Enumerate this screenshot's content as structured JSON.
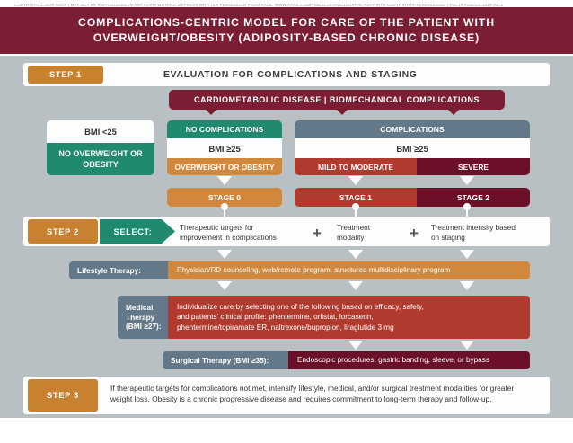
{
  "title": {
    "line1": "COMPLICATIONS-CENTRIC MODEL FOR CARE OF THE PATIENT WITH",
    "line2": "OVERWEIGHT/OBESITY (ADIPOSITY-BASED CHRONIC DISEASE)"
  },
  "step1": {
    "badge": "STEP 1",
    "heading": "EVALUATION FOR COMPLICATIONS AND STAGING",
    "banner": "CARDIOMETABOLIC DISEASE   |   BIOMECHANICAL COMPLICATIONS",
    "columns": {
      "col1": {
        "top": "BMI <25",
        "bottom": "NO OVERWEIGHT OR OBESITY"
      },
      "col2": {
        "top": "NO COMPLICATIONS",
        "middle": "BMI ≥25",
        "bottom": "OVERWEIGHT OR OBESITY",
        "stage": "STAGE 0"
      },
      "col3": {
        "top": "COMPLICATIONS",
        "middle": "BMI ≥25",
        "bottom_left": "MILD TO MODERATE",
        "bottom_right": "SEVERE",
        "stage_left": "STAGE 1",
        "stage_right": "STAGE 2"
      }
    }
  },
  "step2": {
    "badge": "STEP 2",
    "select_label": "SELECT:",
    "items": [
      "Therapeutic targets for\nimprovement in complications",
      "Treatment\nmodality",
      "Treatment intensity based\non staging"
    ],
    "plus": "+",
    "therapies": [
      {
        "label": "Lifestyle Therapy:",
        "content": "Physician/RD counseling, web/remote program, structured multidisciplinary program",
        "color": "#D2883C"
      },
      {
        "label": "Medical\nTherapy\n(BMI ≥27):",
        "content": "Individualize care by selecting one of the following based on efficacy, safety,\nand patients’ clinical profile: phentermine, orlistat, lorcaserin,\nphentermine/topiramate ER, naltrexone/bupropion, liraglutide 3 mg",
        "color": "#B03A2E"
      },
      {
        "label": "Surgical Therapy (BMI ≥35):",
        "content": "Endoscopic procedures, gastric banding, sleeve, or bypass",
        "color": "#6B1028"
      }
    ]
  },
  "step3": {
    "badge": "STEP 3",
    "text": "If therapeutic targets for complications not met, intensify lifestyle, medical, and/or surgical treatment modalities for greater weight loss. Obesity is a chronic progressive disease and requires commitment to long-term therapy and follow-up."
  },
  "footer": {
    "text": "COPYRIGHT © 2020 AACE | MAY NOT BE REPRODUCED IN ANY FORM WITHOUT EXPRESS WRITTEN PERMISSION FROM AACE. WWW.AACE.COM/PUBLICATIONS/JOURNAL-REPRINTS-COPYRIGHTS-PERMISSIONS | DOI 10.4158/CS-2019-0472"
  },
  "colors": {
    "maroon_title": "#7B1E33",
    "orange": "#D2883C",
    "teal": "#1F8A70",
    "slate": "#63798A",
    "brick": "#B03A2E",
    "dark_maroon": "#6B1028",
    "panel_bg": "#b8c0c4"
  }
}
